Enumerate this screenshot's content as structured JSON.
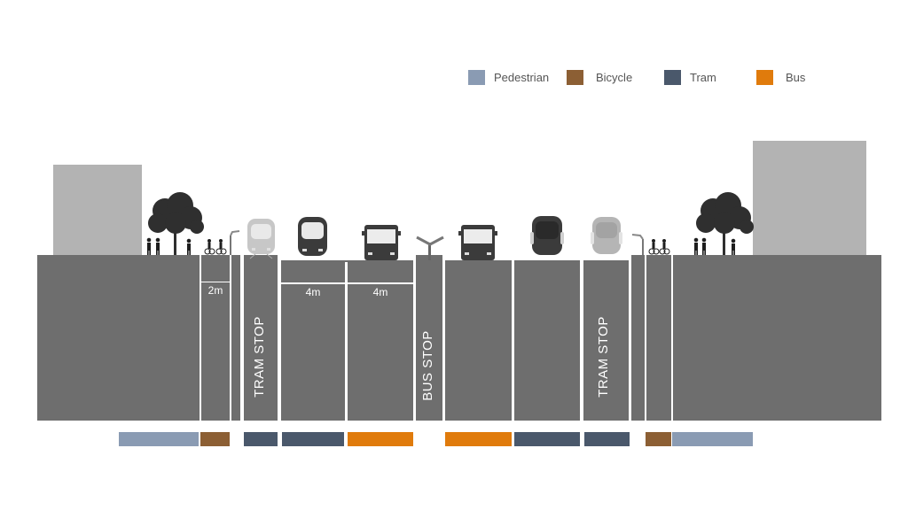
{
  "legend": {
    "pedestrian": {
      "label": "Pedestrian",
      "color": "#8a9bb3"
    },
    "bicycle": {
      "label": "Bicycle",
      "color": "#8c5f34"
    },
    "tram": {
      "label": "Tram",
      "color": "#4a586b"
    },
    "bus": {
      "label": "Bus",
      "color": "#e07b0c"
    }
  },
  "lane_labels": {
    "bike_width": "2m",
    "tram_lane_width": "4m",
    "bus_lane_width": "4m"
  },
  "stops": {
    "tram_stop_left": "TRAM STOP",
    "bus_stop": "BUS STOP",
    "tram_stop_right": "TRAM STOP"
  },
  "colors": {
    "ground": "#6e6e6e",
    "building": "#b3b3b3",
    "tree": "#2f2f2f"
  },
  "icons": [
    "tree-icon",
    "pedestrian-icon",
    "cyclist-icon",
    "tram-icon",
    "bus-icon",
    "street-lamp-icon",
    "shelter-icon"
  ]
}
